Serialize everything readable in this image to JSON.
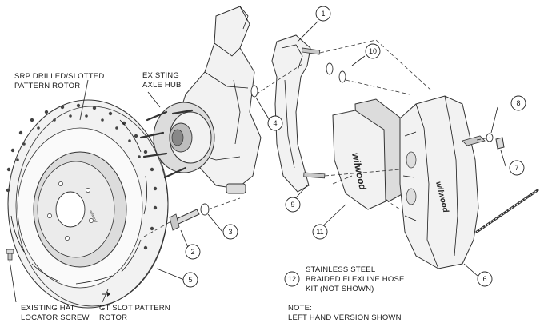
{
  "labels": {
    "rotor": [
      "SRP DRILLED/SLOTTED",
      "PATTERN ROTOR"
    ],
    "hub": [
      "EXISTING",
      "AXLE HUB"
    ],
    "hat_screw": [
      "EXISTING HAT",
      "LOCATOR SCREW"
    ],
    "gt_slot": [
      "GT SLOT PATTERN",
      "ROTOR"
    ],
    "hose_kit": [
      "STAINLESS STEEL",
      "BRAIDED FLEXLINE HOSE",
      "KIT (NOT SHOWN)"
    ],
    "note": [
      "NOTE:",
      "LEFT HAND VERSION SHOWN"
    ]
  },
  "callouts": {
    "c1": "1",
    "c2": "2",
    "c3": "3",
    "c4": "4",
    "c5": "5",
    "c6": "6",
    "c7": "7",
    "c8": "8",
    "c9": "9",
    "c10": "10",
    "c11": "11",
    "c12": "12"
  },
  "logo_text": "wilwood"
}
